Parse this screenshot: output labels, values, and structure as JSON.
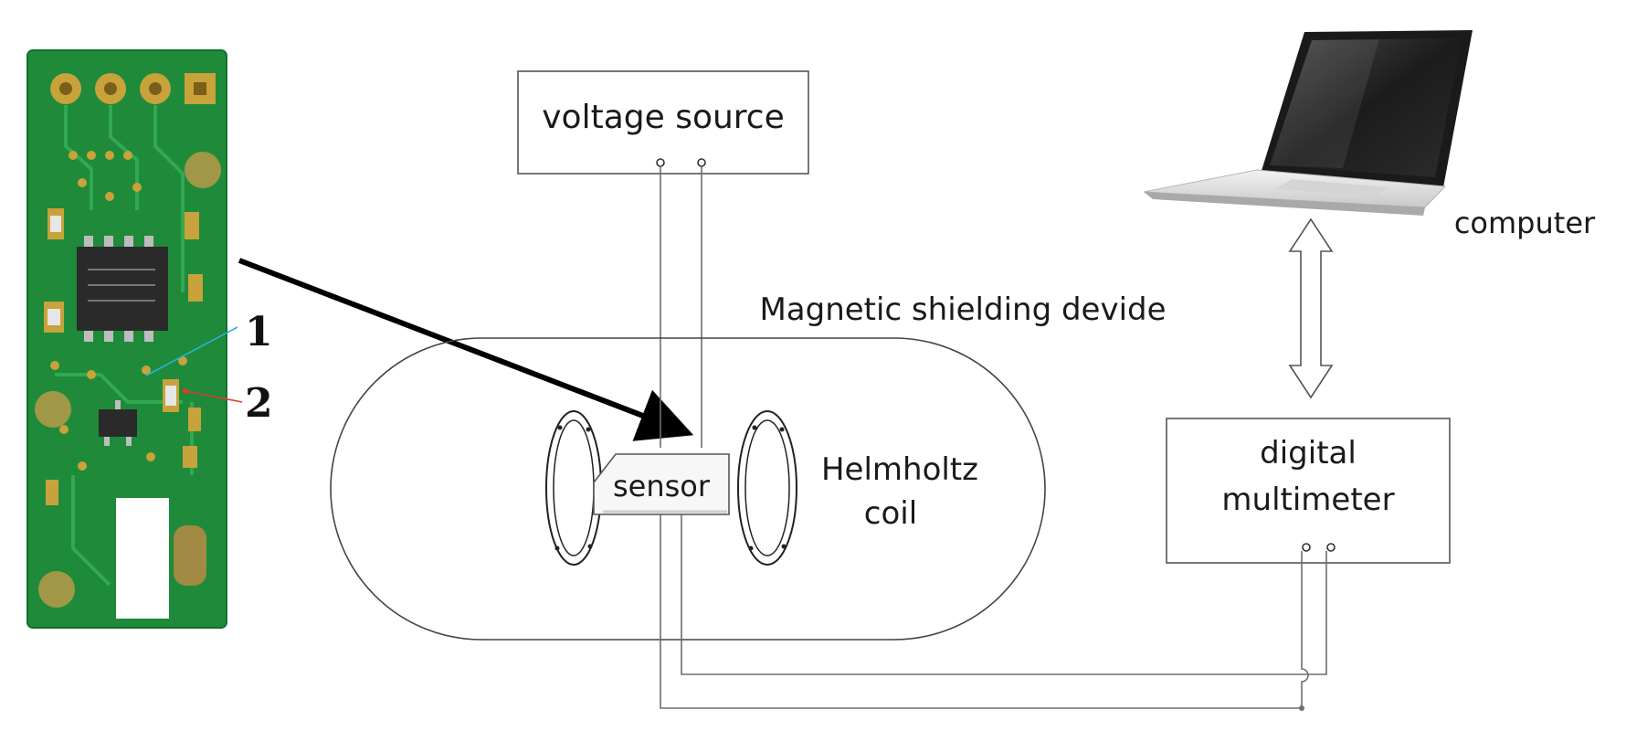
{
  "labels": {
    "voltage_source": "voltage source",
    "computer": "computer",
    "shield": "Magnetic shielding devide",
    "coil_line1": "Helmholtz",
    "coil_line2": "coil",
    "sensor": "sensor",
    "multimeter_line1": "digital",
    "multimeter_line2": "multimeter",
    "callout_1": "1",
    "callout_2": "2"
  },
  "colors": {
    "pcb_green": "#1f8a3a",
    "line": "#6e6e6e",
    "callout_1": "#28b4d8",
    "callout_2": "#e03a2a"
  }
}
